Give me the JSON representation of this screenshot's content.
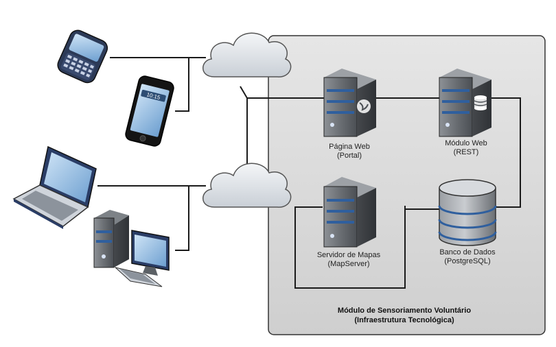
{
  "container": {
    "title_line1": "Módulo de Sensoriamento Voluntário",
    "title_line2": "(Infraestrutura Tecnológica)"
  },
  "servers": {
    "web_page": {
      "line1": "Página Web",
      "line2": "(Portal)"
    },
    "web_module": {
      "line1": "Módulo Web",
      "line2": "(REST)"
    },
    "map_server": {
      "line1": "Servidor de Mapas",
      "line2": "(MapServer)"
    },
    "database": {
      "line1": "Banco de Dados",
      "line2": "(PostgreSQL)"
    }
  },
  "phone_screen_time": "10:15",
  "colors": {
    "container_fill": "#d9d9d9",
    "server_body": "#5d6166",
    "server_stripe": "#2f5f9e",
    "cloud_fill": "#e6eaef",
    "line": "#1a1a1a"
  },
  "icons": [
    "smartphone-keyboard-icon",
    "smartphone-touch-icon",
    "laptop-icon",
    "desktop-computer-icon",
    "cloud-icon",
    "server-icon",
    "database-icon"
  ]
}
